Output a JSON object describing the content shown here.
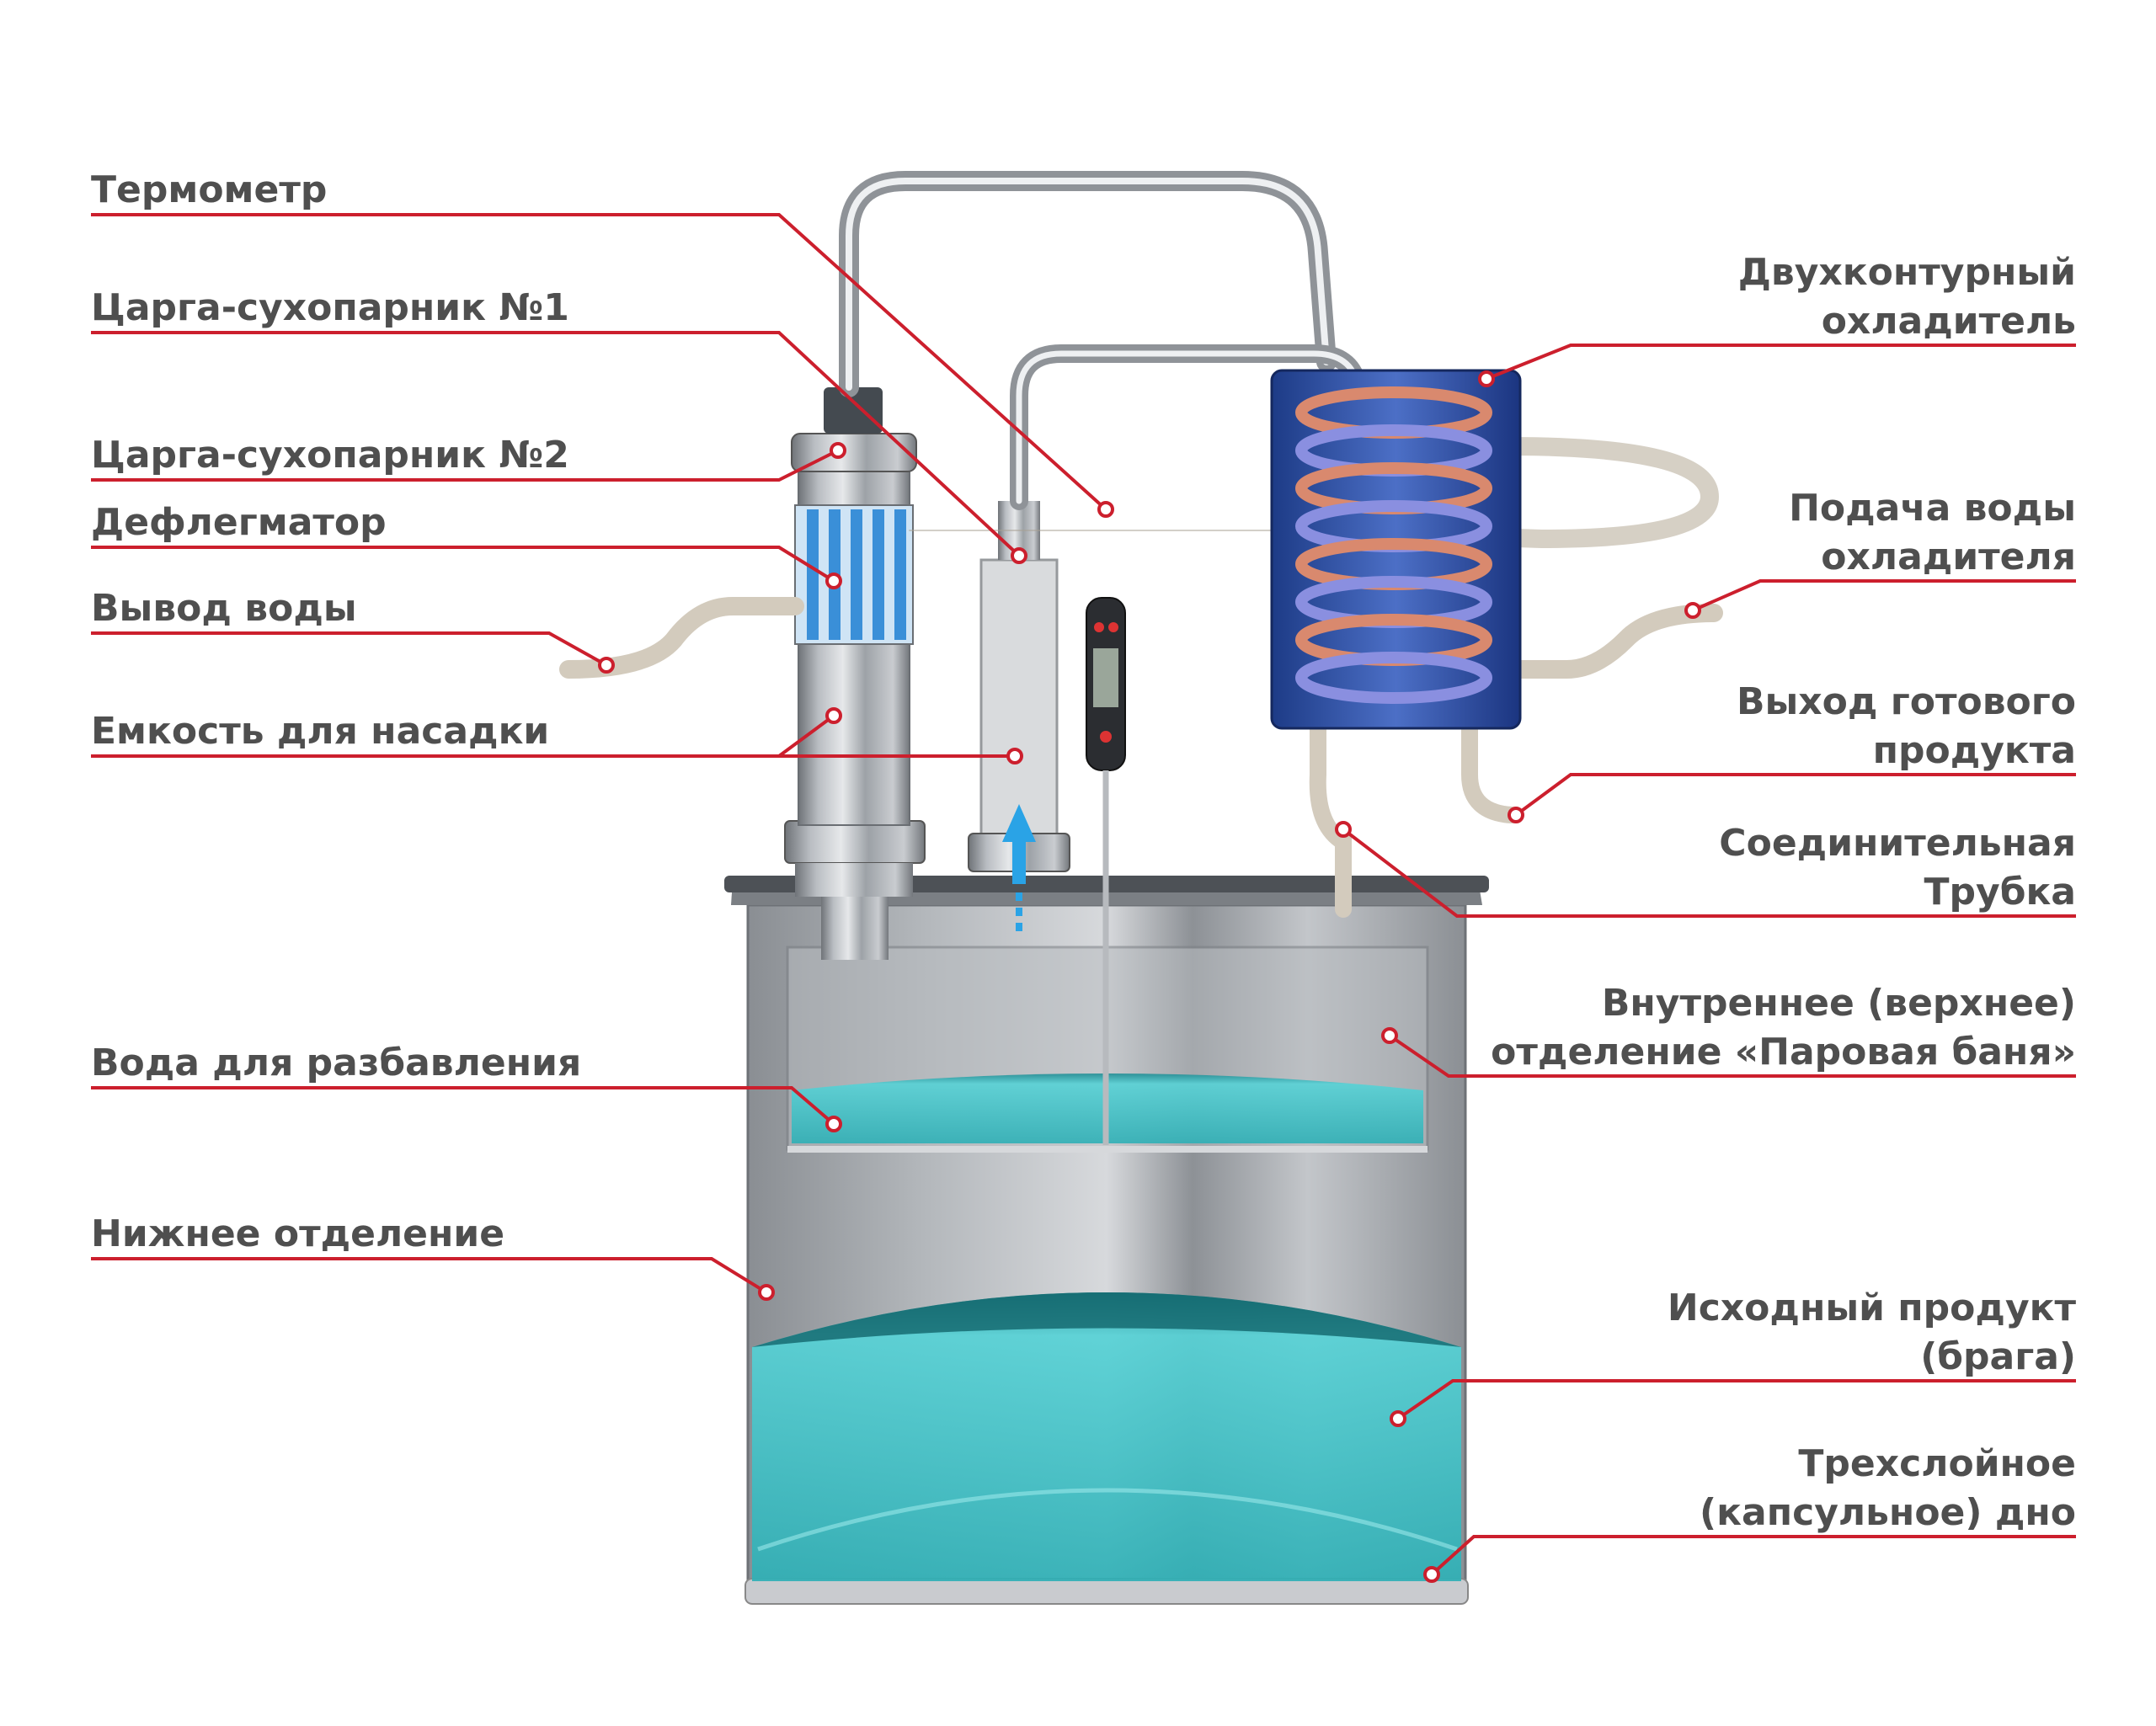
{
  "labels": {
    "thermometer": "Термометр",
    "column1": "Царга-сухопарник №1",
    "column2": "Царга-сухопарник №2",
    "reflux": "Дефлегматор",
    "water_out": "Вывод воды",
    "packing": "Емкость для насадки",
    "dilution_water": "Вода для разбавления",
    "lower_section": "Нижнее отделение",
    "cooler": [
      "Двухконтурный",
      "охладитель"
    ],
    "water_in": [
      "Подача воды",
      "охладителя"
    ],
    "product_out": [
      "Выход готового",
      "продукта"
    ],
    "connector": [
      "Соединительная",
      "Трубка"
    ],
    "inner_section": [
      "Внутреннее (верхнее)",
      "отделение «Паровая баня»"
    ],
    "source": [
      "Исходный продукт",
      "(брага)"
    ],
    "bottom": [
      "Трехслойное",
      "(капсульное) дно"
    ]
  },
  "colors": {
    "leader_line": "#cc1f2d",
    "label_text": "#4f4f4f",
    "steel": "#9aa0a6",
    "water": "#3fc3c8",
    "coolant": "#2f4fa8",
    "coil": "#d9896e"
  },
  "icons": [
    "thermometer-icon",
    "arrow-up-icon"
  ]
}
